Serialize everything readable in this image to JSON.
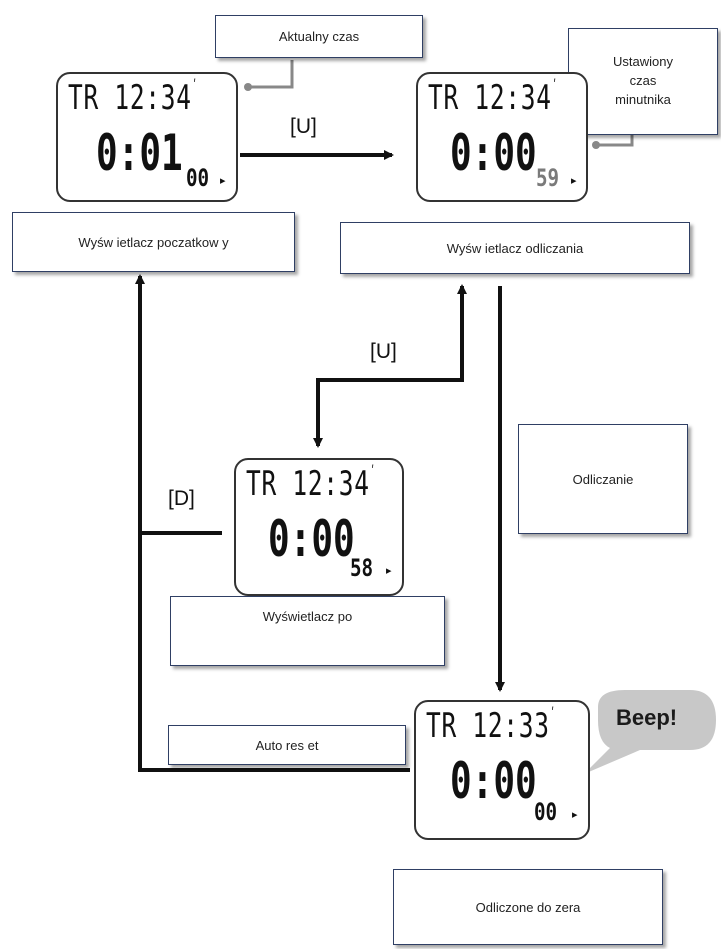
{
  "labels": {
    "current_time": "Aktualny czas",
    "set_timer_line1": "Ustawiony",
    "set_timer_line2": "czas",
    "set_timer_line3": "minutnika",
    "initial_display": "Wyśw ietlacz poczatkow y",
    "countdown_display": "Wyśw ietlacz odliczania",
    "counting": "Odliczanie",
    "display_after": "Wyświetlacz po",
    "auto_reset": "Auto res et",
    "counted_to_zero": "Odliczone do zera"
  },
  "buttons": {
    "u_top": "[U]",
    "u_mid": "[U]",
    "d": "[D]"
  },
  "beep": "Beep!",
  "displays": {
    "initial": {
      "top": "TR 12:34",
      "main": "0:01",
      "sub": "00"
    },
    "countdown": {
      "top": "TR 12:34",
      "main": "0:00",
      "sub": "59"
    },
    "paused": {
      "top": "TR 12:34",
      "main": "0:00",
      "sub": "58"
    },
    "zero": {
      "top": "TR 12:33",
      "main": "0:00",
      "sub": "00"
    }
  },
  "colors": {
    "line": "#111111",
    "box_border": "#2f3f64",
    "pointer": "#888888"
  }
}
